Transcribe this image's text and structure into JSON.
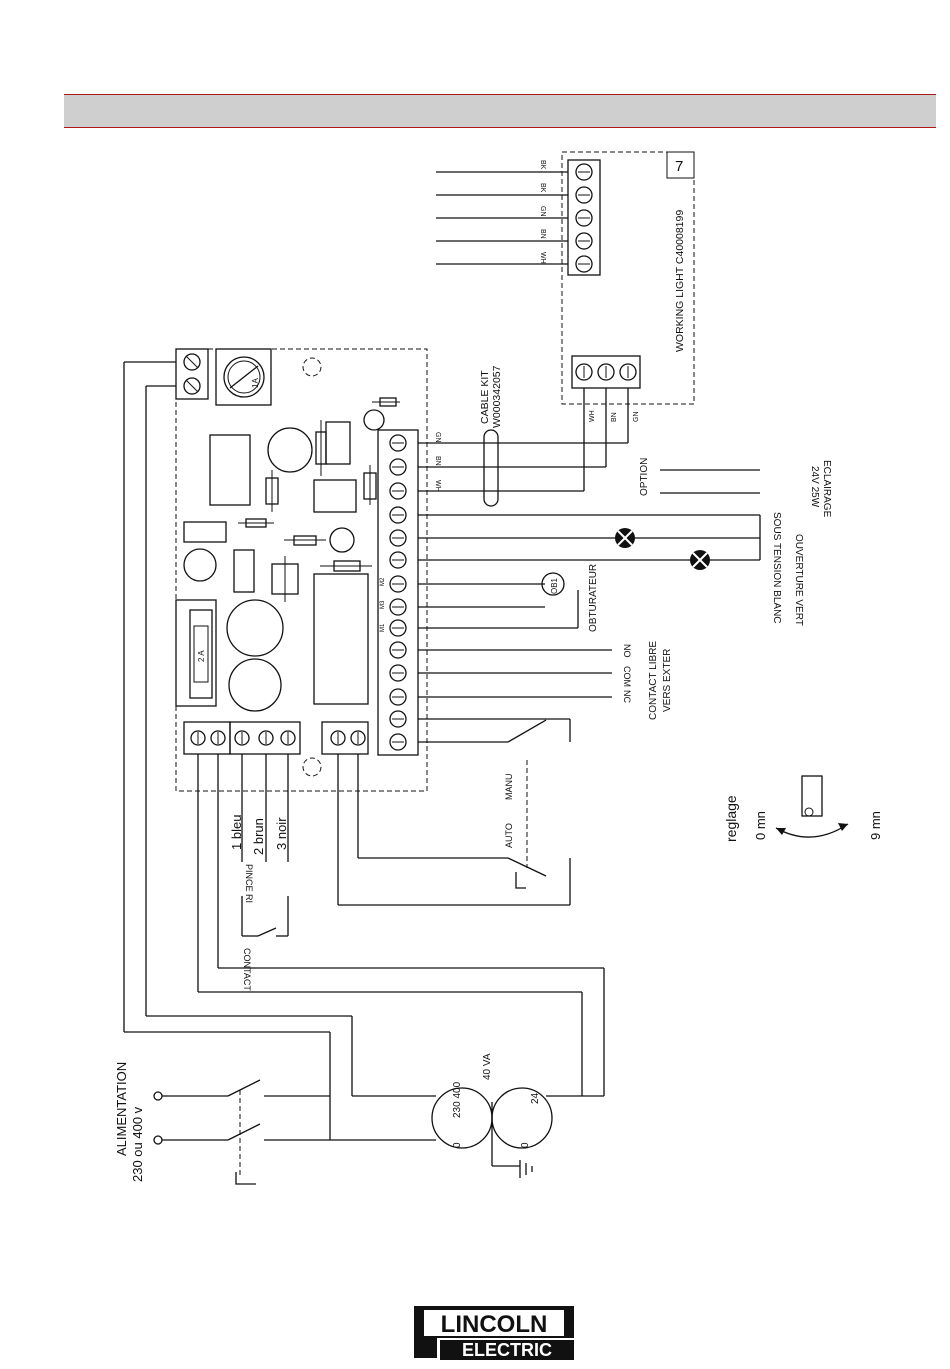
{
  "module_number": "7",
  "working_light_label": "WORKING LIGHT C40008199",
  "cable_kit": {
    "line1": "CABLE KIT",
    "line2": "W000342057"
  },
  "top_terminal_wires": [
    "BK",
    "BK",
    "GN",
    "BN",
    "WH"
  ],
  "bottom_terminal_wires": [
    "WH",
    "BN",
    "GN"
  ],
  "board_wire_labels": [
    "GN",
    "BN",
    "WH"
  ],
  "motor_terminals": [
    "M2",
    "M3",
    "M1"
  ],
  "fuse_label": "2 A",
  "relay_fuse_label": "1A",
  "ob1_label": "OB1",
  "obturateur_label": "OBTURATEUR",
  "option_label": "OPTION",
  "eclairage": {
    "line1": "ECLAIRAGE",
    "line2": "24V 25W"
  },
  "lamp_labels": [
    "SOUS TENSION BLANC",
    "OUVERTURE VERT"
  ],
  "contact_terms": [
    "NO",
    "COM",
    "NC"
  ],
  "contact_libre": {
    "line1": "CONTACT LIBRE",
    "line2": "VERS EXTER"
  },
  "manu_label": "MANU",
  "auto_label": "AUTO",
  "reglage": {
    "title": "reglage",
    "min": "0 mn",
    "max": "9 mn"
  },
  "cable_colors": [
    "1 bleu",
    "2 brun",
    "3 noir"
  ],
  "pince_label": "PINCE RI",
  "contact_label": "CONTACT",
  "alimentation": {
    "line1": "ALIMENTATION",
    "line2": "230 ou 400 v"
  },
  "transformer": {
    "power": "40 VA",
    "primary": "230 400",
    "secondary": "24",
    "zero": "0"
  },
  "brand": {
    "line1": "LINCOLN",
    "line2": "ELECTRIC",
    "registered": "®"
  }
}
